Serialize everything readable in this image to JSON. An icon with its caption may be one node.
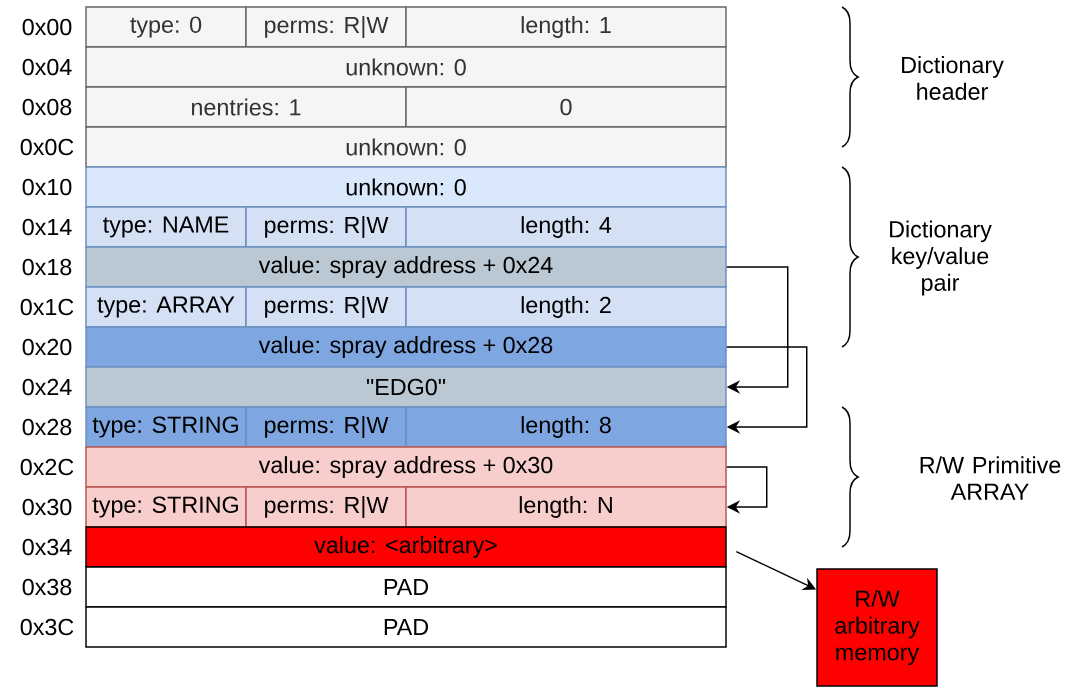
{
  "diagram": {
    "nodes": [
      {
        "text": [
          "type: 0"
        ]
      },
      {
        "text": [
          "perms: R|W"
        ]
      },
      {
        "text": [
          "length: 1"
        ]
      },
      {
        "text": [
          "unknown: 0"
        ]
      },
      {
        "text": [
          "nentries: 1"
        ]
      },
      {
        "text": [
          "0"
        ]
      },
      {
        "text": [
          "unknown: 0"
        ]
      },
      {
        "text": [
          "unknown: 0"
        ]
      },
      {
        "text": [
          "type: NAME"
        ]
      },
      {
        "text": [
          "perms: R|W"
        ]
      },
      {
        "text": [
          "length: 4"
        ]
      },
      {
        "text": [
          "value: spray address + 0x24"
        ]
      },
      {
        "text": [
          "type: ARRAY"
        ]
      },
      {
        "text": [
          "perms: R|W"
        ]
      },
      {
        "text": [
          "length: 2"
        ]
      },
      {
        "text": [
          "value: spray address + 0x28"
        ]
      },
      {
        "text": [
          "\"EDG0\""
        ]
      },
      {
        "text": [
          "type: STRING"
        ]
      },
      {
        "text": [
          "perms: R|W"
        ]
      },
      {
        "text": [
          "length: 8"
        ]
      },
      {
        "text": [
          "value: spray address + 0x30"
        ]
      },
      {
        "text": [
          "type: STRING"
        ]
      },
      {
        "text": [
          "perms: R|W"
        ]
      },
      {
        "text": [
          "length: N"
        ]
      },
      {
        "text": [
          "value: <arbitrary>"
        ]
      },
      {
        "text": [
          "PAD"
        ]
      },
      {
        "text": [
          "PAD"
        ]
      },
      {
        "text": [
          "R/W arbitrary memory"
        ]
      }
    ],
    "edges": [
      {
        "from": 11,
        "to": 16,
        "arrow": "to"
      },
      {
        "from": 15,
        "to": 19,
        "arrow": "to"
      },
      {
        "from": 20,
        "to": 23,
        "arrow": "to"
      },
      {
        "from": 24,
        "to": 27,
        "arrow": "to"
      }
    ],
    "labels": [
      "0x00",
      "0x04",
      "0x08",
      "0x0C",
      "0x10",
      "0x14",
      "0x18",
      "0x1C",
      "0x20",
      "0x24",
      "0x28",
      "0x2C",
      "0x30",
      "0x34",
      "0x38",
      "0x3C",
      "Dictionary header",
      "Dictionary key/value pair",
      "R/W Primitive ARRAY"
    ]
  }
}
